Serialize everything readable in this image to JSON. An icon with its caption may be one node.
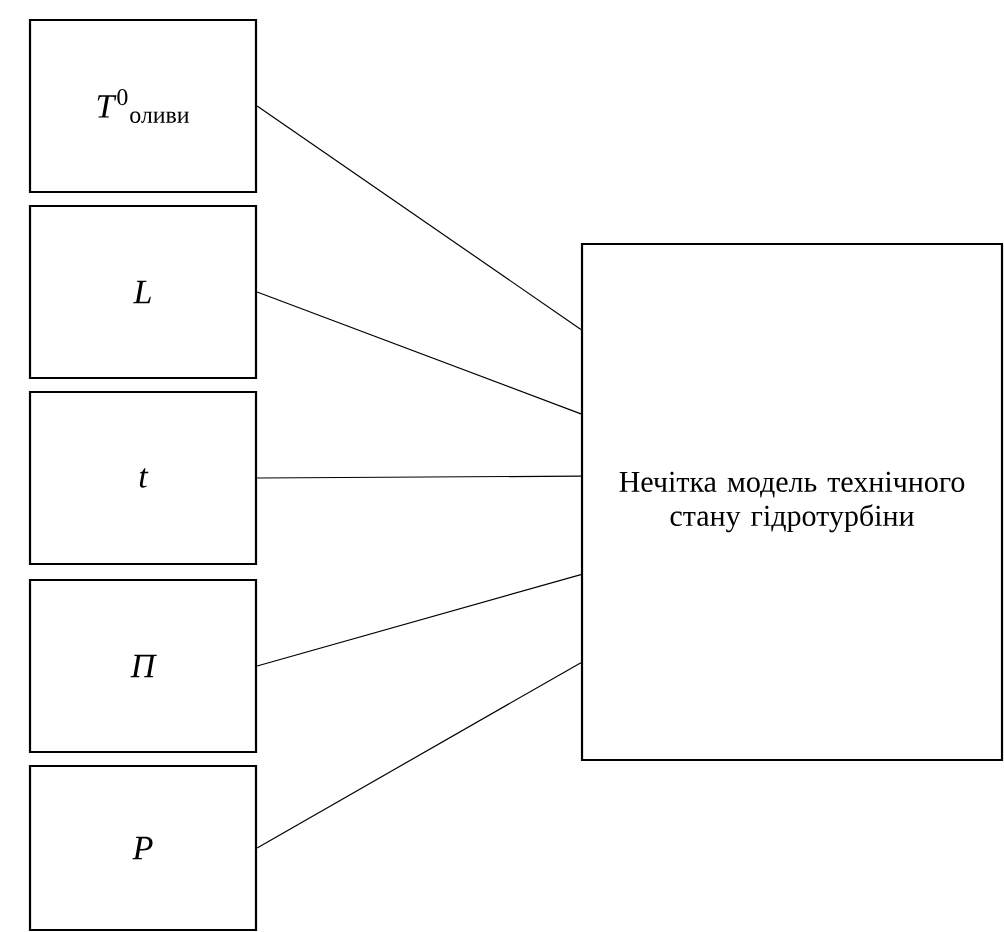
{
  "diagram": {
    "nodes": [
      {
        "text": [
          "*T*$^{0}$$_{оливи}$"
        ]
      },
      {
        "text": [
          "L"
        ]
      },
      {
        "text": [
          "t"
        ]
      },
      {
        "text": [
          "П"
        ]
      },
      {
        "text": [
          "P"
        ]
      },
      {
        "text": [
          "Нечітка модель технічного стану гідротурбіни"
        ]
      }
    ],
    "edges": [
      {
        "from": 0,
        "to": 5,
        "arrow": "none"
      },
      {
        "from": 1,
        "to": 5,
        "arrow": "none"
      },
      {
        "from": 2,
        "to": 5,
        "arrow": "none"
      },
      {
        "from": 3,
        "to": 5,
        "arrow": "none"
      },
      {
        "from": 4,
        "to": 5,
        "arrow": "none"
      }
    ]
  }
}
